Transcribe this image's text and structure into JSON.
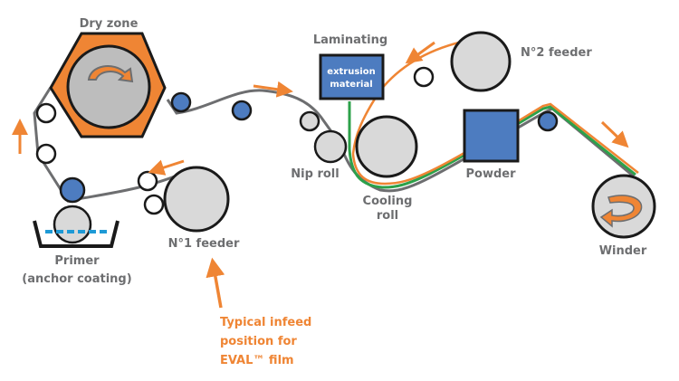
{
  "diagram": {
    "title": "Extrusion lamination process",
    "colors": {
      "orange": "#ef8534",
      "roll_gray": "#d9d9d9",
      "blue": "#4d7cc0",
      "web_gray": "#6d6e70",
      "green": "#2ca14a",
      "dash_blue": "#1e9ad6",
      "outline": "#1a1a1a",
      "label": "#6d6e70"
    },
    "labels": {
      "dry_zone": "Dry zone",
      "laminating": "Laminating",
      "extrusion_line1": "extrusion",
      "extrusion_line2": "material",
      "feeder2": "N°2 feeder",
      "nip_roll": "Nip roll",
      "cooling_line1": "Cooling",
      "cooling_line2": "roll",
      "powder": "Powder",
      "winder": "Winder",
      "feeder1": "N°1 feeder",
      "primer_line1": "Primer",
      "primer_line2": "(anchor coating)",
      "infeed_line1": "Typical infeed",
      "infeed_line2": "position for",
      "infeed_line3": "EVAL™ film"
    }
  }
}
